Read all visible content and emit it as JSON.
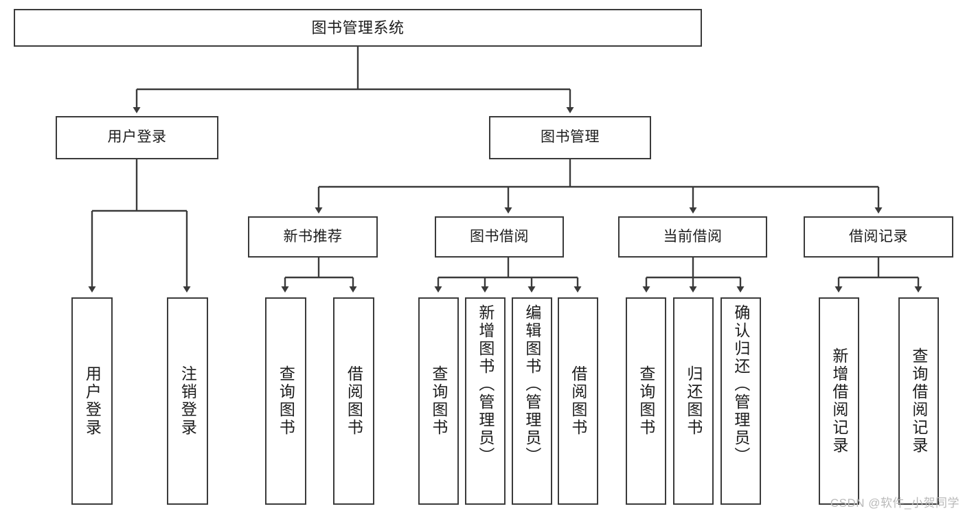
{
  "diagram": {
    "type": "tree-hierarchy-chart",
    "title": "图书管理系统",
    "colors": {
      "box_border": "#3a3a3a",
      "box_fill": "#ffffff",
      "connector": "#3a3a3a",
      "text": "#1c1c1c",
      "watermark": "#b9b9b9",
      "background": "#ffffff"
    },
    "root": {
      "label": "图书管理系统"
    },
    "level2": [
      {
        "label": "用户登录"
      },
      {
        "label": "图书管理"
      }
    ],
    "level3": [
      {
        "label": "新书推荐"
      },
      {
        "label": "图书借阅"
      },
      {
        "label": "当前借阅"
      },
      {
        "label": "借阅记录"
      }
    ],
    "leaves": {
      "user_login": [
        {
          "label": "用户登录"
        },
        {
          "label": "注销登录"
        }
      ],
      "new_book_recommend": [
        {
          "label": "查询图书"
        },
        {
          "label": "借阅图书"
        }
      ],
      "book_borrow": [
        {
          "label": "查询图书"
        },
        {
          "label": "新增图书（管理员）"
        },
        {
          "label": "编辑图书（管理员）"
        },
        {
          "label": "借阅图书"
        }
      ],
      "current_borrow": [
        {
          "label": "查询图书"
        },
        {
          "label": "归还图书"
        },
        {
          "label": "确认归还（管理员）"
        }
      ],
      "borrow_record": [
        {
          "label": "新增借阅记录"
        },
        {
          "label": "查询借阅记录"
        }
      ]
    },
    "watermark": "CSDN @软件_小贺同学"
  }
}
